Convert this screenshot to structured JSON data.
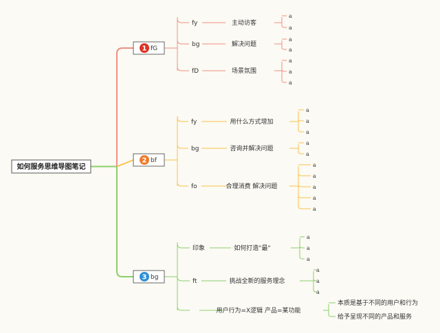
{
  "root": {
    "label": "如何服务思维导图笔记"
  },
  "colors": {
    "branch1": "#f08f82",
    "branch2": "#f8c24d",
    "branch3": "#8bcf6a",
    "root_line": "#9ad47e"
  },
  "branches": [
    {
      "number": "1",
      "label": "fG",
      "badge_color": "#e03226",
      "children": [
        {
          "code": "fy",
          "topic": "主动访客",
          "leaves": [
            "a",
            "a"
          ]
        },
        {
          "code": "bg",
          "topic": "解决问题",
          "leaves": [
            "a",
            "a"
          ]
        },
        {
          "code": "fD",
          "topic": "场景氛围",
          "leaves": [
            "a",
            "a",
            "a"
          ]
        }
      ]
    },
    {
      "number": "2",
      "label": "bf",
      "badge_color": "#ee7b2c",
      "children": [
        {
          "code": "fy",
          "topic": "用什么方式增加",
          "leaves": [
            "a",
            "a",
            "a"
          ]
        },
        {
          "code": "bg",
          "topic": "咨询并解决问题",
          "leaves": [
            "a",
            "a"
          ]
        },
        {
          "code": "fo",
          "topic": "合理消费 解决问题",
          "leaves": [
            "a",
            "a",
            "a",
            "a",
            "a"
          ]
        }
      ]
    },
    {
      "number": "3",
      "label": "bg",
      "badge_color": "#2e8fd6",
      "children": [
        {
          "code": "印象",
          "topic": "如何打造\"最\"",
          "leaves": [
            "a",
            "a",
            "a"
          ]
        },
        {
          "code": "ft",
          "topic": "挑战全新的服务理念",
          "leaves": [
            "a",
            "a",
            "a"
          ]
        },
        {
          "code": "",
          "topic": "用户行为=X逻辑 产品=某功能",
          "leaves": [
            "本质是基于不同的用户和行为",
            "给予呈现不同的产品和服务"
          ]
        }
      ]
    }
  ]
}
